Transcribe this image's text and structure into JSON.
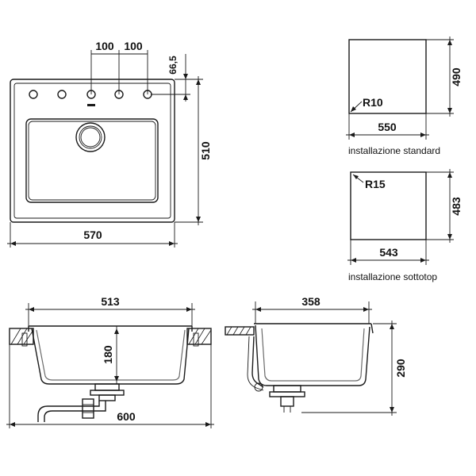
{
  "top_view": {
    "hole_spacing_1": "100",
    "hole_spacing_2": "100",
    "hole_offset": "66,5",
    "width": "570",
    "depth": "510"
  },
  "cutout_standard": {
    "height": "490",
    "radius": "R10",
    "width": "550",
    "caption": "installazione standard"
  },
  "cutout_undermount": {
    "radius": "R15",
    "height": "483",
    "width": "543",
    "caption": "installazione sottotop"
  },
  "front_section": {
    "bowl_width": "513",
    "bowl_depth": "180",
    "cabinet_width": "600"
  },
  "side_section": {
    "bowl_length": "358",
    "overall_depth": "290"
  }
}
